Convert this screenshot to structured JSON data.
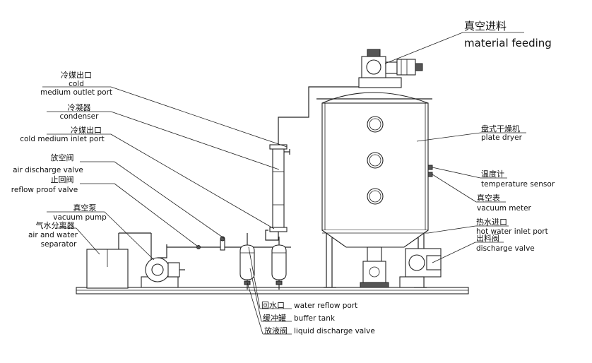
{
  "labels": {
    "vacuum_feeding": {
      "zh": "真空进料",
      "en": "material feeding"
    },
    "cold_medium_outlet": {
      "zh": "冷媒出口",
      "en1": "cold",
      "en2": "medium outlet port"
    },
    "condenser": {
      "zh": "冷凝器",
      "en": "condenser"
    },
    "cold_medium_inlet": {
      "zh": "冷媒出口",
      "en": "cold medium inlet port"
    },
    "air_discharge_valve": {
      "zh": "放空阀",
      "en": "air discharge valve"
    },
    "reflow_proof_valve": {
      "zh": "止回阀",
      "en": "reflow proof valve"
    },
    "vacuum_pump": {
      "zh": "真空泵",
      "en": "vacuum pump"
    },
    "separator": {
      "zh": "气水分离器",
      "en1": "air and water",
      "en2": "separator"
    },
    "plate_dryer": {
      "zh": "盘式干燥机",
      "en": "plate dryer"
    },
    "temperature_sensor": {
      "zh": "温度计",
      "en": "temperature sensor"
    },
    "vacuum_meter": {
      "zh": "真空表",
      "en": "vacuum meter"
    },
    "hot_water_inlet": {
      "zh": "热水进口",
      "en": "hot water inlet port"
    },
    "discharge_valve": {
      "zh": "出料阀",
      "en": "discharge valve"
    },
    "water_reflow_port": {
      "zh": "回水口",
      "en": "water reflow port"
    },
    "buffer_tank": {
      "zh": "缓冲罐",
      "en": "buffer tank"
    },
    "liquid_discharge_valve": {
      "zh": "放液阀",
      "en": "liquid discharge valve"
    }
  }
}
